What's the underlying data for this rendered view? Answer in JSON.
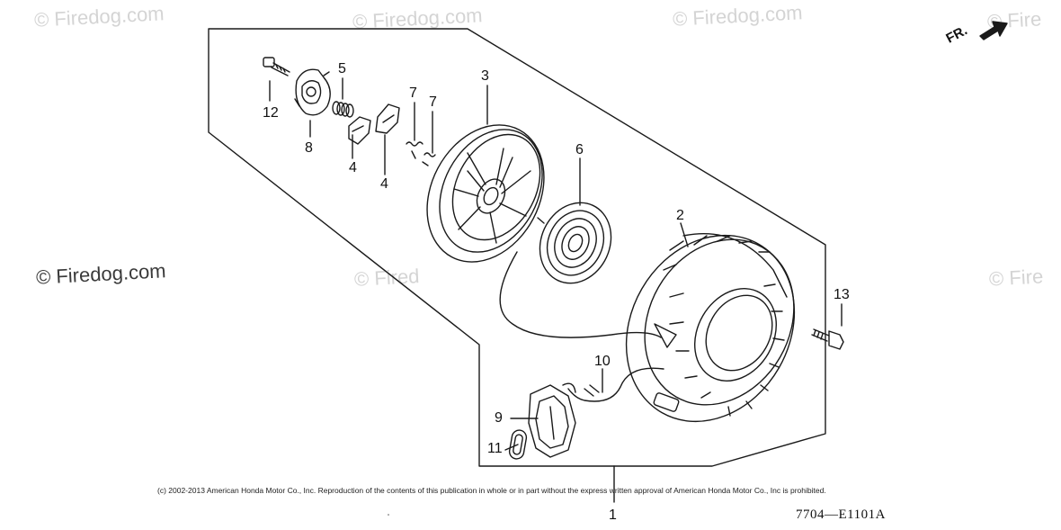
{
  "watermarks": {
    "brand": "© Firedog.com",
    "partial": "© Fired",
    "partial_right": "© Fire"
  },
  "callouts": {
    "c1": "1",
    "c2": "2",
    "c3": "3",
    "c4a": "4",
    "c4b": "4",
    "c5": "5",
    "c6": "6",
    "c7a": "7",
    "c7b": "7",
    "c8": "8",
    "c9": "9",
    "c10": "10",
    "c11": "11",
    "c12": "12",
    "c13": "13"
  },
  "front_indicator": "FR.",
  "copyright": "(c) 2002-2013 American Honda Motor Co., Inc. Reproduction of the contents of this publication in whole or in part without the express written approval of American Honda Motor Co., Inc is prohibited.",
  "assembly_number": "1",
  "drawing_code": "7704—E1101A",
  "colors": {
    "line": "#1a1a1a",
    "watermark": "#d4d4d4",
    "watermark_strong": "#3a3a3a"
  }
}
